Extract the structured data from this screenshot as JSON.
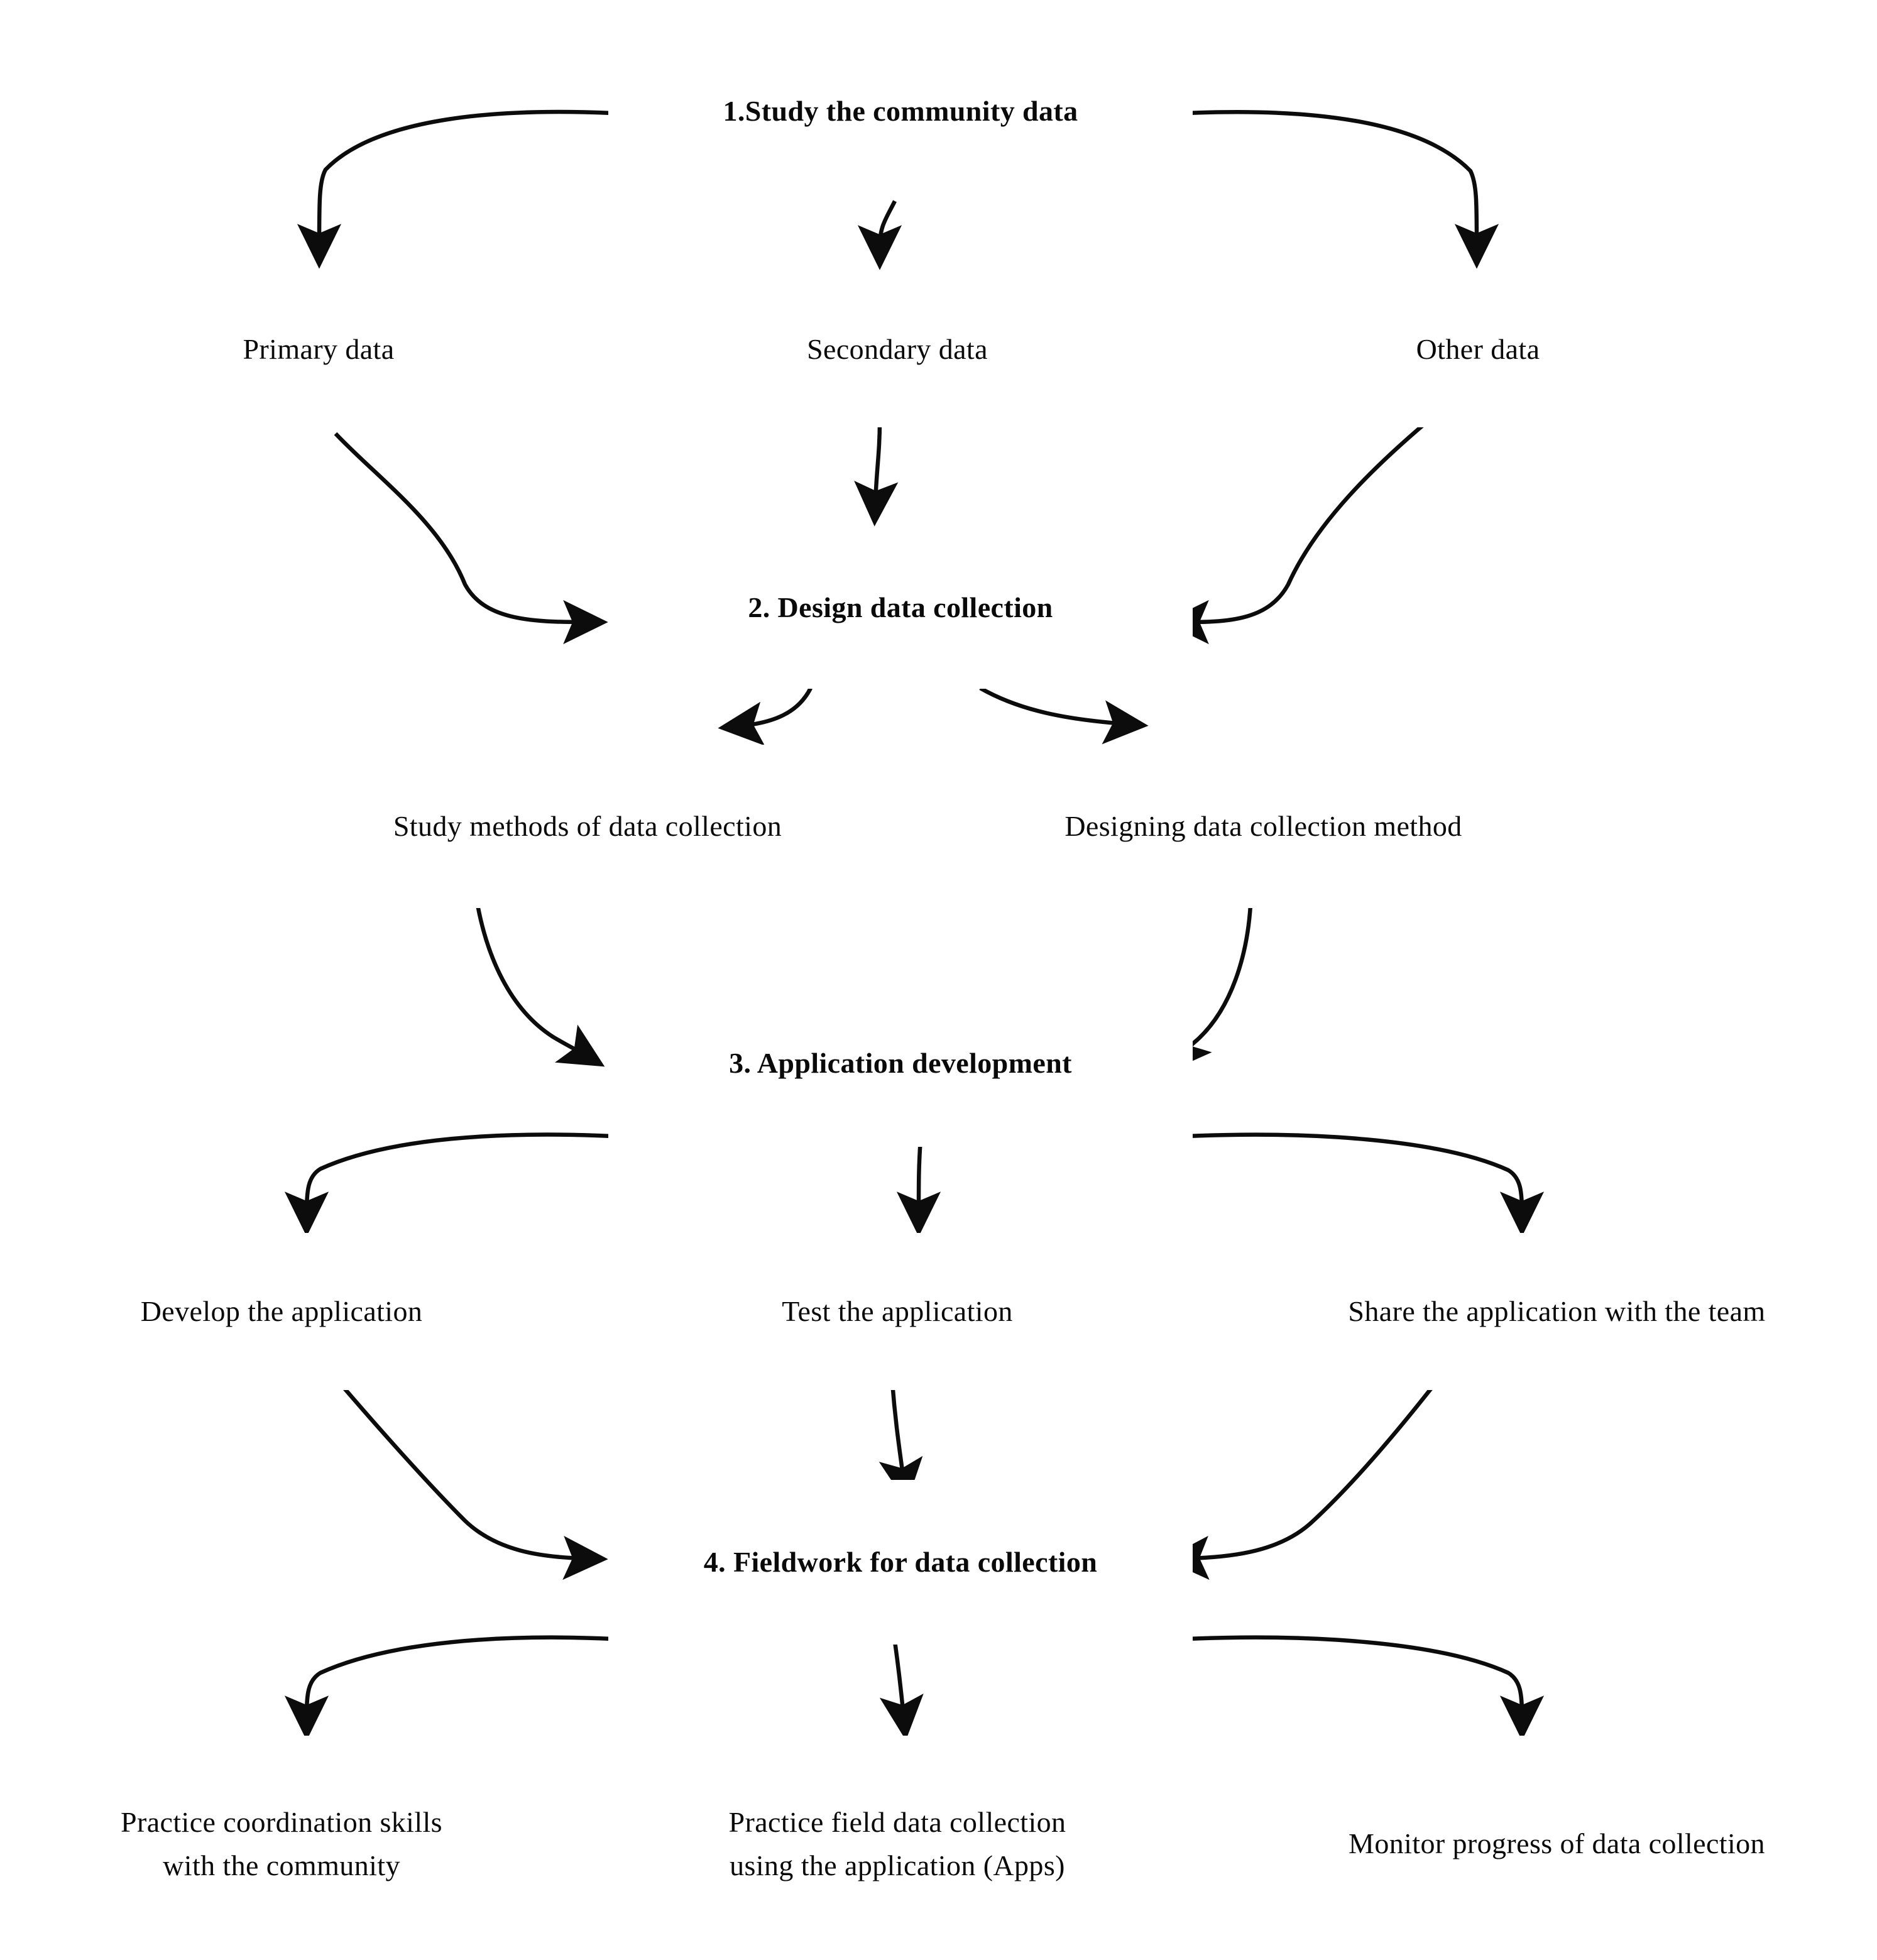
{
  "diagram": {
    "title": "Community data collection process flowchart",
    "box_border_color": "#0d2433",
    "arrow_color": "#0c0c0c",
    "background_color": "#ffffff",
    "levels": [
      {
        "level": 1,
        "nodes": [
          {
            "id": "study-community-data",
            "label": "1.Study the community data",
            "bold": true
          }
        ]
      },
      {
        "level": 2,
        "nodes": [
          {
            "id": "primary-data",
            "label": "Primary data",
            "bold": false
          },
          {
            "id": "secondary-data",
            "label": "Secondary data",
            "bold": false
          },
          {
            "id": "other-data",
            "label": "Other data",
            "bold": false
          }
        ]
      },
      {
        "level": 3,
        "nodes": [
          {
            "id": "design-data-collection",
            "label": "2. Design data collection",
            "bold": true
          }
        ]
      },
      {
        "level": 4,
        "nodes": [
          {
            "id": "study-methods",
            "label": "Study methods of data collection",
            "bold": false
          },
          {
            "id": "designing-method",
            "label": "Designing  data collection method",
            "bold": false
          }
        ]
      },
      {
        "level": 5,
        "nodes": [
          {
            "id": "application-development",
            "label": "3. Application development",
            "bold": true
          }
        ]
      },
      {
        "level": 6,
        "nodes": [
          {
            "id": "develop-application",
            "label": "Develop the application",
            "bold": false
          },
          {
            "id": "test-application",
            "label": "Test the application",
            "bold": false
          },
          {
            "id": "share-application",
            "label": "Share the application with the team",
            "bold": false
          }
        ]
      },
      {
        "level": 7,
        "nodes": [
          {
            "id": "fieldwork-data-collection",
            "label": "4. Fieldwork for data collection",
            "bold": true
          }
        ]
      },
      {
        "level": 8,
        "nodes": [
          {
            "id": "practice-coordination",
            "label": "Practice coordination skills\nwith the community",
            "bold": false
          },
          {
            "id": "practice-field-collection",
            "label": "Practice field data collection\nusing the  application (Apps)",
            "bold": false
          },
          {
            "id": "monitor-progress",
            "label": "Monitor progress of data collection",
            "bold": false
          }
        ]
      }
    ],
    "boxes": {
      "study-community-data": "1.Study the community data",
      "primary-data": "Primary data",
      "secondary-data": "Secondary data",
      "other-data": "Other data",
      "design-data-collection": "2. Design data collection",
      "study-methods": "Study methods of data collection",
      "designing-method": "Designing  data collection method",
      "application-development": "3. Application development",
      "develop-application": "Develop the application",
      "test-application": "Test the application",
      "share-application": "Share the application with the team",
      "fieldwork-data-collection": "4. Fieldwork for data collection",
      "practice-coordination": "Practice coordination skills\nwith the community",
      "practice-field-collection": "Practice field data collection\nusing the  application (Apps)",
      "monitor-progress": "Monitor progress of data collection"
    },
    "connections": [
      {
        "from": "study-community-data",
        "to": "primary-data"
      },
      {
        "from": "study-community-data",
        "to": "secondary-data"
      },
      {
        "from": "study-community-data",
        "to": "other-data"
      },
      {
        "from": "primary-data",
        "to": "design-data-collection"
      },
      {
        "from": "secondary-data",
        "to": "design-data-collection"
      },
      {
        "from": "other-data",
        "to": "design-data-collection"
      },
      {
        "from": "design-data-collection",
        "to": "study-methods"
      },
      {
        "from": "design-data-collection",
        "to": "designing-method"
      },
      {
        "from": "study-methods",
        "to": "application-development"
      },
      {
        "from": "designing-method",
        "to": "application-development"
      },
      {
        "from": "application-development",
        "to": "develop-application"
      },
      {
        "from": "application-development",
        "to": "test-application"
      },
      {
        "from": "application-development",
        "to": "share-application"
      },
      {
        "from": "develop-application",
        "to": "fieldwork-data-collection"
      },
      {
        "from": "test-application",
        "to": "fieldwork-data-collection"
      },
      {
        "from": "share-application",
        "to": "fieldwork-data-collection"
      },
      {
        "from": "fieldwork-data-collection",
        "to": "practice-coordination"
      },
      {
        "from": "fieldwork-data-collection",
        "to": "practice-field-collection"
      },
      {
        "from": "fieldwork-data-collection",
        "to": "monitor-progress"
      }
    ]
  }
}
